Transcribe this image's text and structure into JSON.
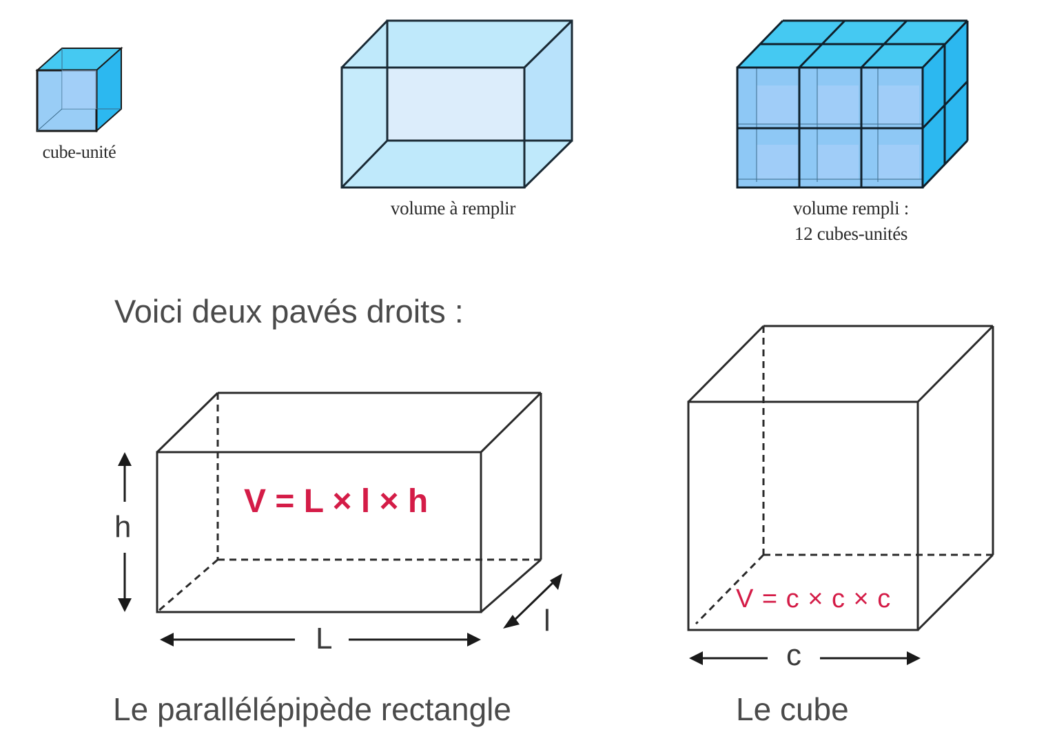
{
  "top_row": {
    "unit_cube": {
      "caption": "cube-unité"
    },
    "empty_box": {
      "caption": "volume à remplir"
    },
    "filled_box": {
      "caption_line1": "volume rempli :",
      "caption_line2": "12 cubes-unités",
      "cube_count": 12,
      "grid": {
        "columns": 3,
        "rows": 2,
        "depth": 2
      }
    }
  },
  "section_title": "Voici deux pavés droits :",
  "cuboid": {
    "formula": "V = L × l × h",
    "labels": {
      "height": "h",
      "length": "L",
      "width": "l"
    },
    "caption": "Le parallélépipède rectangle"
  },
  "cube": {
    "formula": "V = c × c × c",
    "labels": {
      "edge": "c"
    },
    "caption": "Le cube"
  },
  "colors": {
    "formula_red": "#d41c47",
    "cube_face_light": "#9fd0f5",
    "cube_face_side": "#2cb8f0",
    "cube_face_top": "#45c9f2",
    "box_fill": "#bfe8fa",
    "line": "#1a1a1a"
  }
}
